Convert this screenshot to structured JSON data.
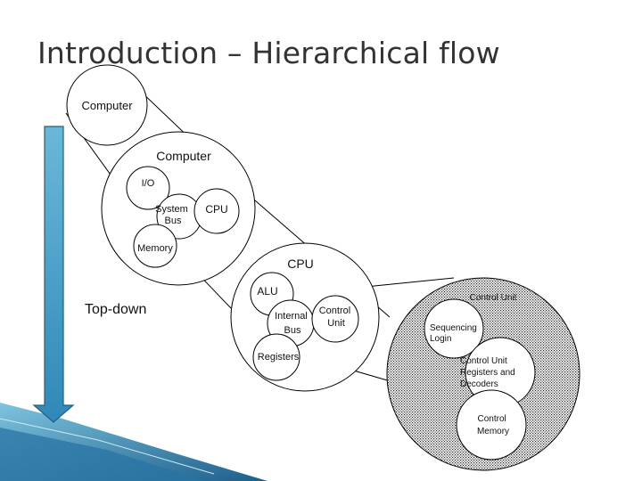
{
  "slide": {
    "title": "Introduction – Hierarchical flow"
  },
  "diagram": {
    "level1": {
      "label": "Computer"
    },
    "level2": {
      "label": "Computer",
      "io": "I/O",
      "system_bus": [
        "System",
        "Bus"
      ],
      "cpu": "CPU",
      "memory": "Memory"
    },
    "level3": {
      "label": "CPU",
      "alu": "ALU",
      "internal_bus": [
        "Internal",
        "Bus"
      ],
      "control_unit": [
        "Control",
        "Unit"
      ],
      "registers": "Registers"
    },
    "level4": {
      "label": "Control Unit",
      "sequencing": [
        "Sequencing",
        "Login"
      ],
      "cu_registers": [
        "Control Unit",
        "Registers and",
        "Decoders"
      ],
      "control_memory": [
        "Control",
        "Memory"
      ]
    },
    "arrow_label": "Top-down",
    "colors": {
      "arrow_top": "#6ab8d8",
      "arrow_bottom": "#2f88b8",
      "arrow_outline": "#1f5f80",
      "hatch": "#333333",
      "corner_dark": "#1d5f8a",
      "corner_light": "#7ec3df"
    }
  }
}
